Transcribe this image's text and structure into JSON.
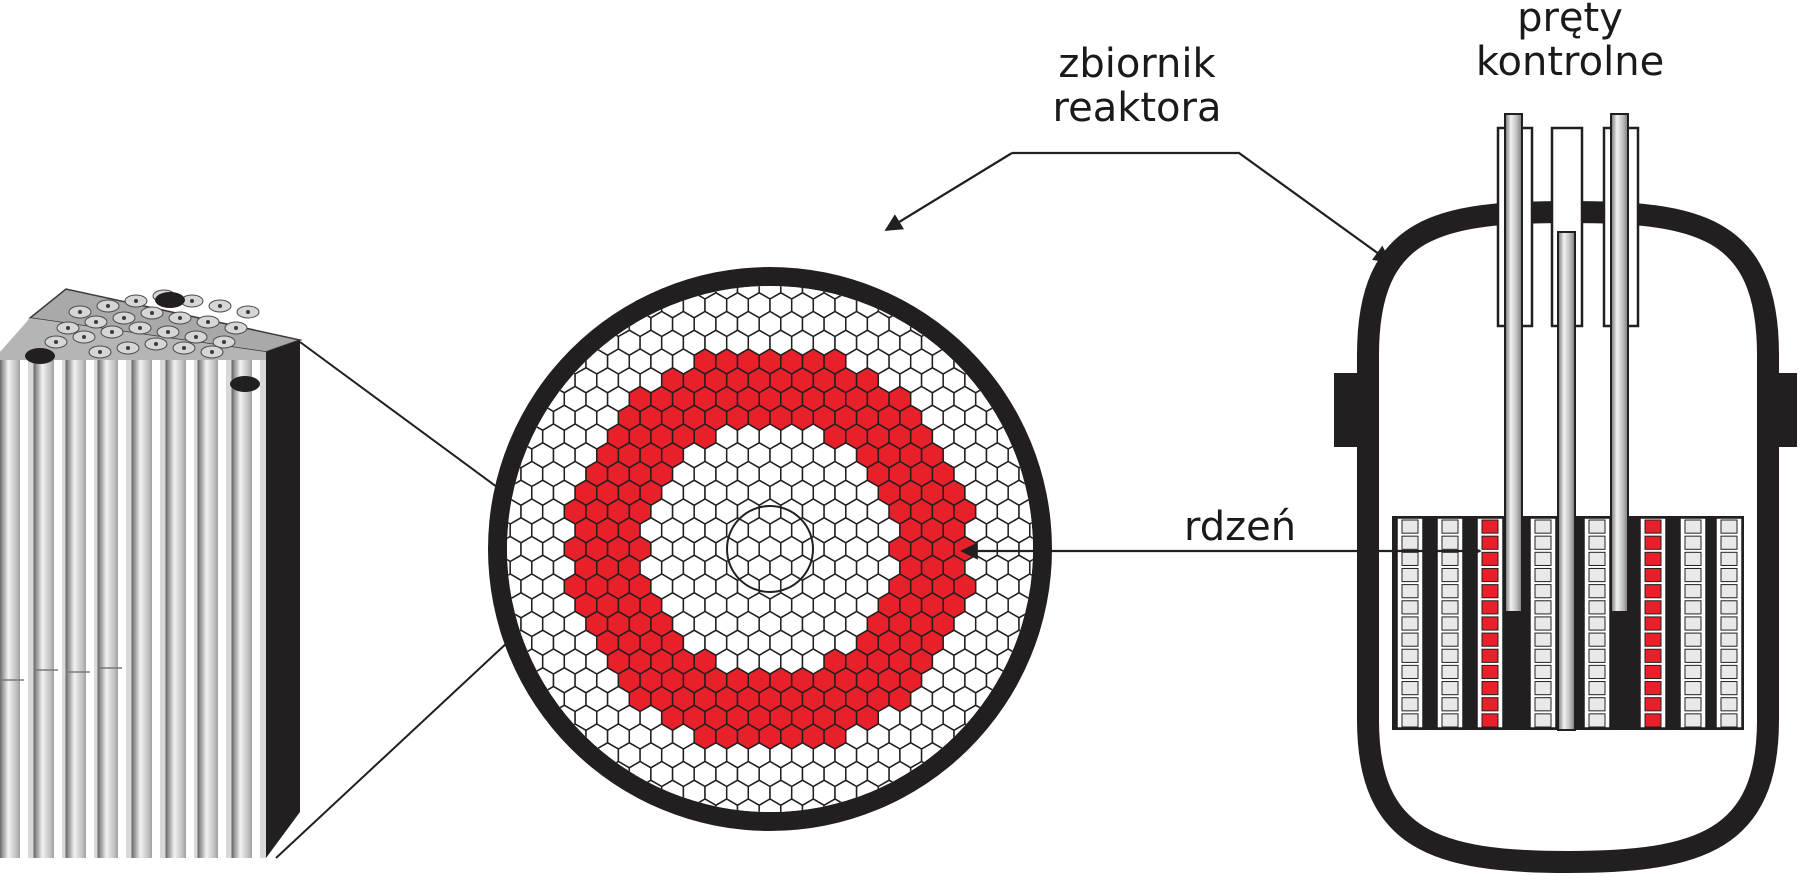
{
  "labels": {
    "vessel_line1": "zbiornik",
    "vessel_line2": "reaktora",
    "rods_line1": "pręty",
    "rods_line2": "kontrolne",
    "core": "rdzeń"
  },
  "colors": {
    "ink": "#231f20",
    "fuel_red": "#e8202a",
    "metal_light": "#e6e6e6",
    "metal_mid": "#a8a8a8",
    "metal_dark": "#3a3a3a",
    "background": "#ffffff"
  },
  "components": {
    "fuel_assembly": "cut-away fuel assembly (rod bundle)",
    "core_cross_section": "hexagonal lattice core cross-section",
    "vessel_side_view": "reactor pressure vessel side view"
  }
}
